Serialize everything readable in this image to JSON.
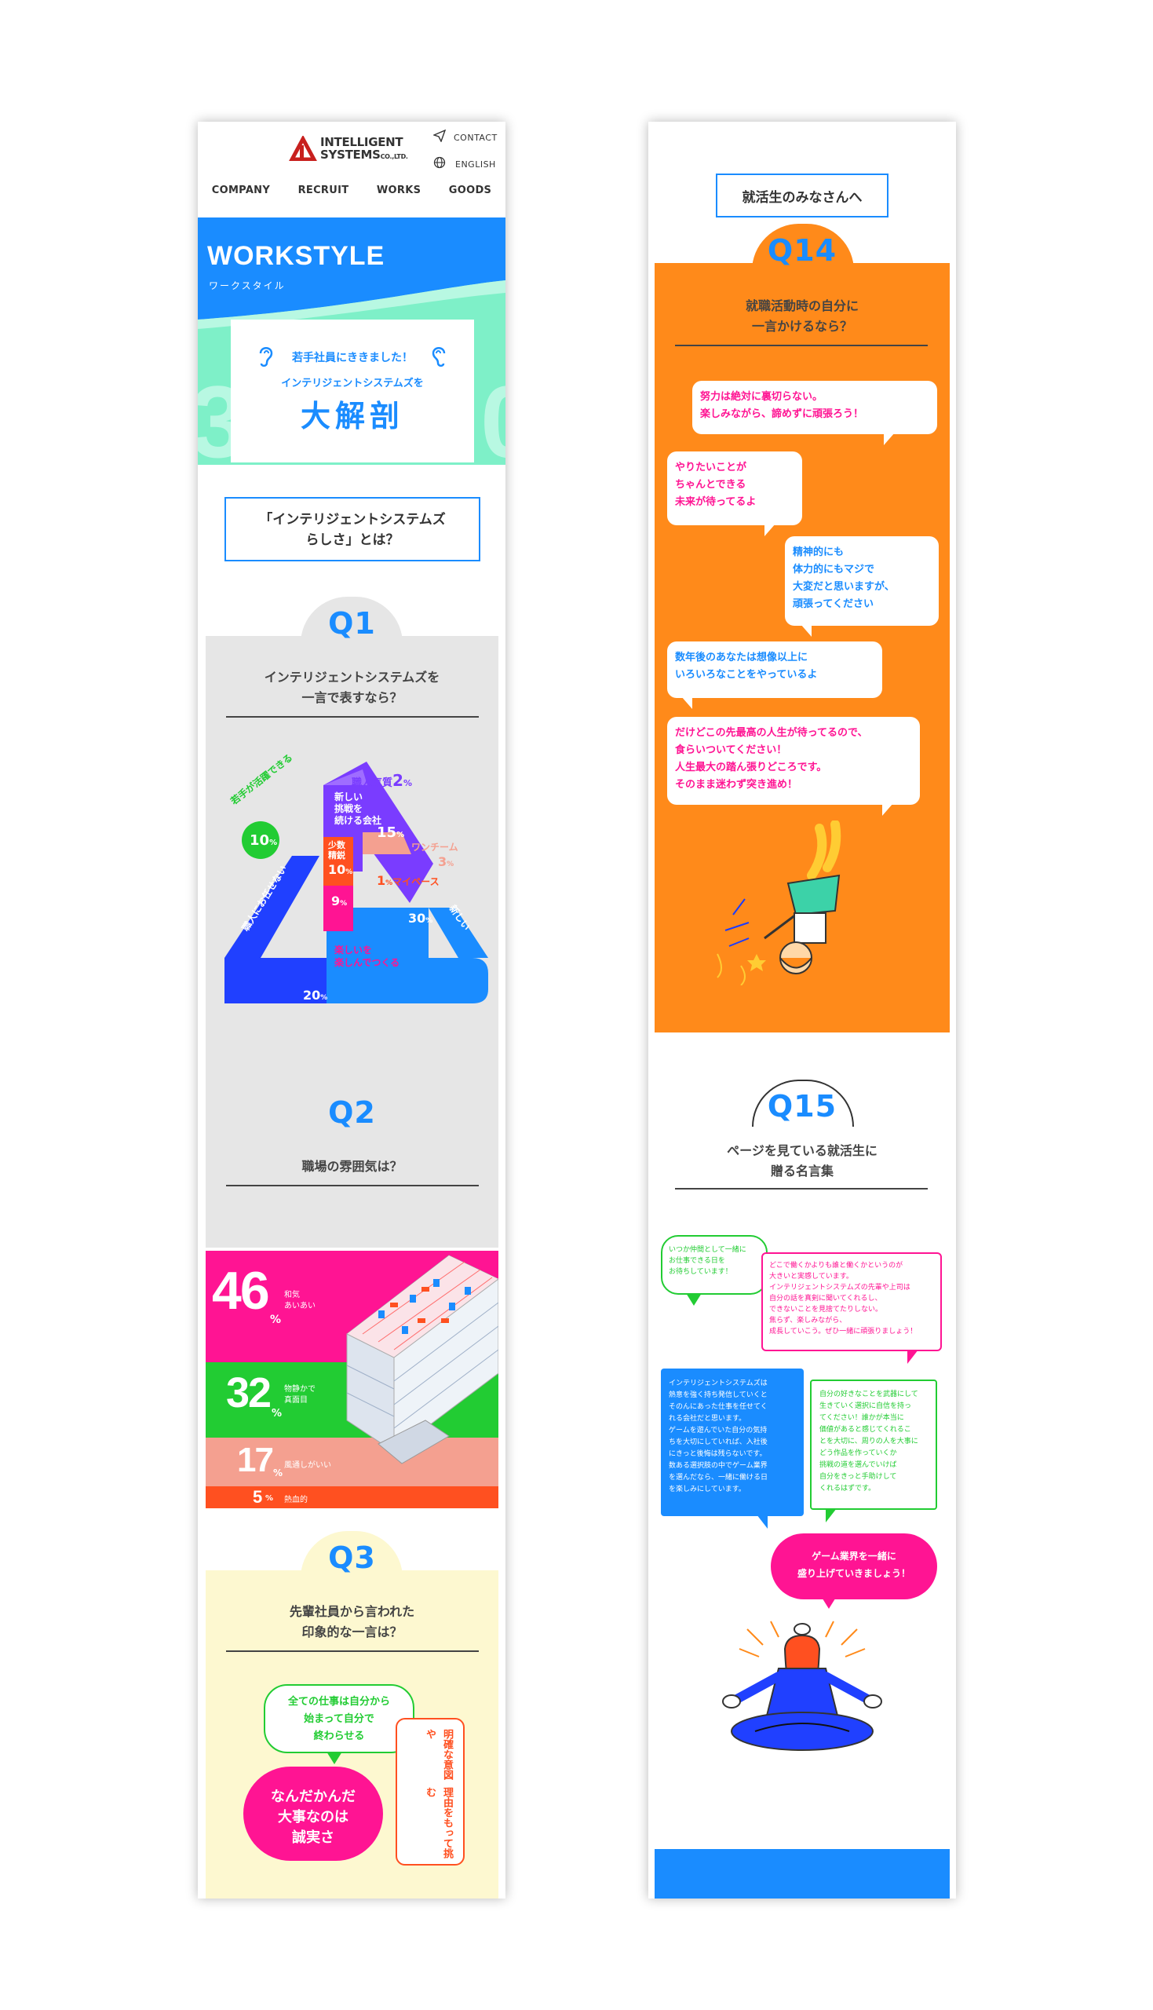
{
  "left": {
    "header": {
      "logo_line1": "INTELLIGENT",
      "logo_line2": "SYSTEMS",
      "logo_suffix": "CO.,LTD.",
      "contact": "CONTACT",
      "english": "ENGLISH",
      "nav": [
        "COMPANY",
        "RECRUIT",
        "WORKS",
        "GOODS"
      ]
    },
    "hero": {
      "title": "WORKSTYLE",
      "subtitle": "ワークスタイル",
      "card_line1": "若手社員にききました！",
      "card_line2": "インテリジェントシステムズを",
      "card_big": "大解剖"
    },
    "section_title": [
      "「インテリジェントシステムズ",
      "らしさ」とは？"
    ],
    "q1": {
      "num": "Q1",
      "title": [
        "インテリジェントシステムズを",
        "一言で表すなら？"
      ],
      "labels": {
        "shokunin": "職人気質",
        "shokunin_val": "2",
        "wakate": "若手が活躍できる",
        "wakate_val": "10",
        "atarashii": [
          "新しい",
          "挑戦を",
          "続ける会社"
        ],
        "atarashii_val": "15",
        "shosu": [
          "少数",
          "精鋭"
        ],
        "shosu_val": "10",
        "oneteam": "ワンチーム",
        "oneteam_val": "3",
        "mypace": "マイペース",
        "mypace_val": "1",
        "val9": "9",
        "kodawari": "職人にお任せない",
        "val30": "30",
        "kobetsu": "新しい",
        "tanoshii": [
          "楽しいを",
          "楽しんでつくる"
        ],
        "val20": "20",
        "pct": "%"
      }
    },
    "q2": {
      "num": "Q2",
      "title": "職場の雰囲気は？",
      "rows": [
        {
          "val": "46",
          "label": [
            "和気",
            "あいあい"
          ]
        },
        {
          "val": "32",
          "label": [
            "物静かで",
            "真面目"
          ]
        },
        {
          "val": "17",
          "label": [
            "風通しがいい"
          ]
        },
        {
          "val": "5",
          "label": [
            "熱血的"
          ]
        }
      ],
      "pct": "%"
    },
    "q3": {
      "num": "Q3",
      "title": [
        "先輩社員から言われた",
        "印象的な一言は？"
      ],
      "bubble1": [
        "全ての仕事は自分から",
        "始まって自分で",
        "終わらせる"
      ],
      "bubble2": [
        "なんだかんだ",
        "大事なのは",
        "誠実さ"
      ],
      "vertical": [
        "明確な意図や",
        "理由をもって挑む"
      ]
    }
  },
  "right": {
    "heading": "就活生のみなさんへ",
    "q14": {
      "num": "Q14",
      "title": [
        "就職活動時の自分に",
        "一言かけるなら？"
      ],
      "bubbles": [
        [
          "努力は絶対に裏切らない。",
          "楽しみながら、諦めずに頑張ろう！"
        ],
        [
          "やりたいことが",
          "ちゃんとできる",
          "未来が待ってるよ"
        ],
        [
          "精神的にも",
          "体力的にもマジで",
          "大変だと思いますが、",
          "頑張ってください"
        ],
        [
          "数年後のあなたは想像以上に",
          "いろいろなことをやっているよ"
        ],
        [
          "だけどこの先最高の人生が待ってるので、",
          "食らいついてください！",
          "人生最大の踏ん張りどころです。",
          "そのまま迷わず突き進め！"
        ]
      ]
    },
    "q15": {
      "num": "Q15",
      "title": [
        "ページを見ている就活生に",
        "贈る名言集"
      ],
      "bubbles": [
        [
          "いつか仲間として一緒に",
          "お仕事できる日を",
          "お待ちしています！"
        ],
        [
          "どこで働くかよりも誰と働くかというのが",
          "大きいと実感しています。",
          "インテリジェントシステムズの先輩や上司は",
          "自分の話を真剣に聞いてくれるし、",
          "できないことを見捨てたりしない。",
          "焦らず、楽しみながら、",
          "成長していこう。ぜひ一緒に頑張りましょう！"
        ],
        [
          "インテリジェントシステムズは",
          "熱意を強く持ち発信していくと",
          "そのんにあった仕事を任せてく",
          "れる会社だと思います。",
          "ゲームを遊んでいた自分の気持",
          "ちを大切にしていれば、入社後",
          "にきっと後悔は残らないです。",
          "数ある選択肢の中でゲーム業界",
          "を選んだなら、一緒に働ける日",
          "を楽しみにしています。"
        ],
        [
          "自分の好きなことを武器にして",
          "生きていく選択に自信を持っ",
          "てください！誰かが本当に",
          "価値があると感じてくれるこ",
          "とを大切に、周りの人を大事に",
          "どう作品を作っていくか",
          "挑戦の道を選んでいけば",
          "自分をきっと手助けして",
          "くれるはずです。"
        ],
        [
          "ゲーム業界を一緒に",
          "盛り上げていきましょう！"
        ]
      ]
    }
  },
  "colors": {
    "blue": "#1a8cff",
    "orange": "#ff8a1a",
    "magenta": "#ff1493",
    "green": "#22cc33",
    "salmon": "#f4a090",
    "red_orange": "#ff5020",
    "pale_yellow": "#fdf8d0",
    "mint": "#7ef0c8",
    "gray": "#e6e6e6",
    "royal": "#2040ff"
  }
}
